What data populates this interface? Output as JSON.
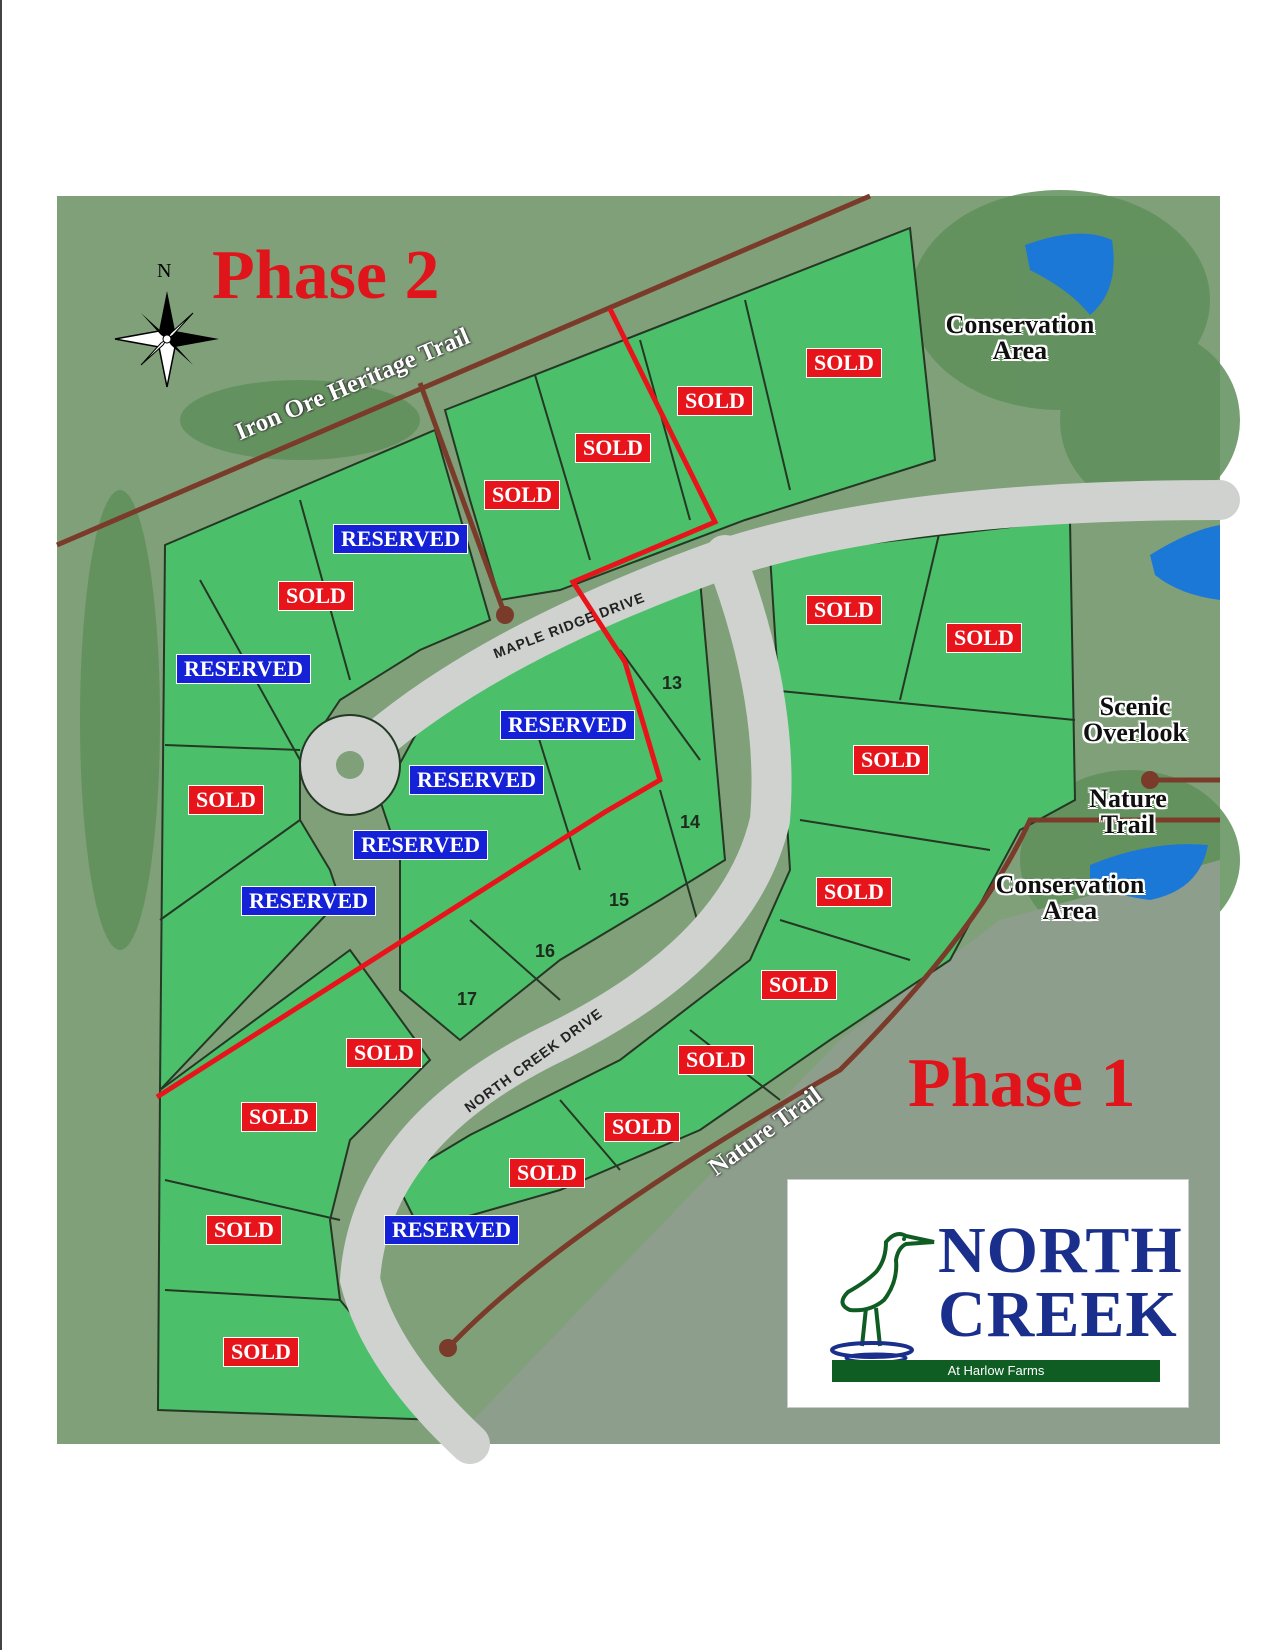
{
  "map_labels": {
    "north": "N",
    "phase_2": "Phase 2",
    "phase_1": "Phase 1",
    "conservation_top": "Conservation\nArea",
    "conservation_mid": "Conservation\nArea",
    "scenic_overlook": "Scenic\nOverlook",
    "nature_trail_label": "Nature\nTrail",
    "iron_ore_trail": "Iron Ore Heritage Trail",
    "nature_trail_road": "Nature Trail",
    "maple_ridge_drive": "MAPLE RIDGE DRIVE",
    "north_creek_drive": "NORTH CREEK DRIVE"
  },
  "lots": [
    {
      "status": "SOLD"
    },
    {
      "status": "SOLD"
    },
    {
      "status": "SOLD"
    },
    {
      "status": "SOLD"
    },
    {
      "status": "RESERVED"
    },
    {
      "status": "SOLD"
    },
    {
      "status": "RESERVED"
    },
    {
      "status": "SOLD"
    },
    {
      "status": "RESERVED"
    },
    {
      "status": "RESERVED"
    },
    {
      "status": "RESERVED"
    },
    {
      "status": "RESERVED"
    },
    {
      "status": "SOLD"
    },
    {
      "status": "SOLD"
    },
    {
      "status": "SOLD"
    },
    {
      "status": "SOLD"
    },
    {
      "status": "SOLD"
    },
    {
      "status": "SOLD"
    },
    {
      "status": "SOLD"
    },
    {
      "status": "SOLD"
    },
    {
      "status": "SOLD"
    },
    {
      "status": "SOLD"
    },
    {
      "status": "SOLD"
    },
    {
      "status": "SOLD"
    },
    {
      "status": "RESERVED"
    }
  ],
  "lot_numbers": [
    "13",
    "14",
    "15",
    "16",
    "17"
  ],
  "logo": {
    "line1": "NORTH",
    "line2": "CREEK",
    "tagline": "At Harlow Farms"
  },
  "colors": {
    "sold": "#e8141b",
    "reserved": "#1521d6",
    "lot_green": "#4cbf6a",
    "phase_red": "#e0151b",
    "logo_blue": "#1a2f8c",
    "logo_green": "#0f5d23"
  }
}
